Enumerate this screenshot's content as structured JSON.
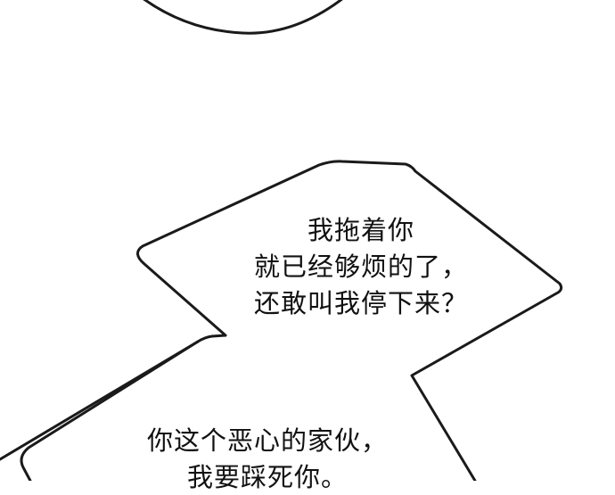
{
  "panel": {
    "background": "#ffffff",
    "stroke_color": "#1a1a1a"
  },
  "bubbles": [
    {
      "id": "top-bubble",
      "lines": []
    },
    {
      "id": "middle-bubble",
      "lines": [
        "我拖着你",
        "就已经够烦的了，",
        "还敢叫我停下来？"
      ]
    },
    {
      "id": "bottom-bubble",
      "lines": [
        "你这个恶心的家伙，",
        "我要踩死你。"
      ]
    }
  ]
}
